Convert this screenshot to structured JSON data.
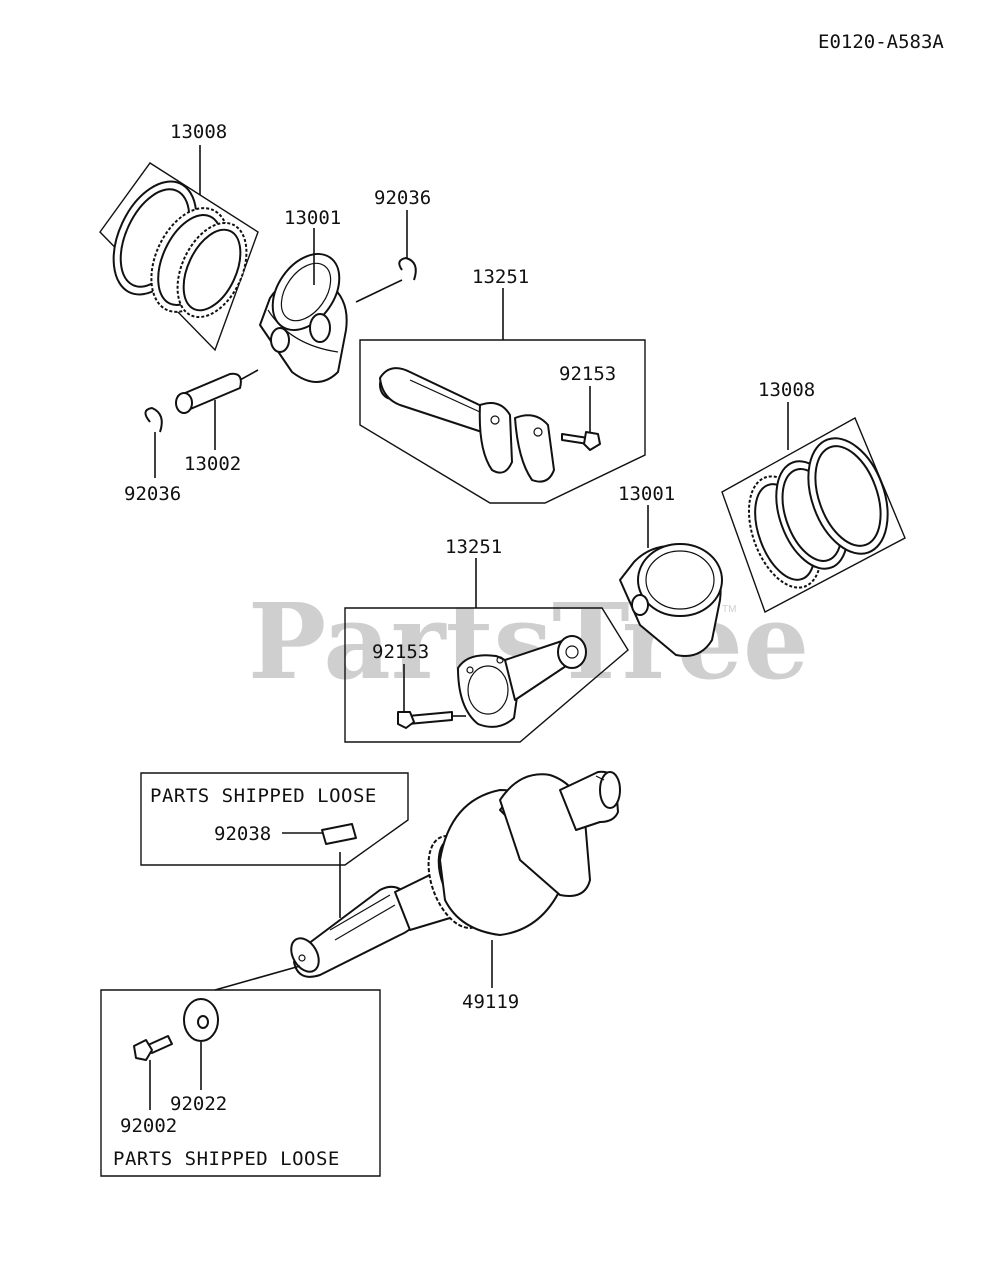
{
  "diagram_code": "E0120-A583A",
  "watermark": {
    "text": "PartsTree",
    "mark": "TM"
  },
  "labels": {
    "rings_top": "13008",
    "piston_top": "13001",
    "circlip_top": "92036",
    "conrod_top": "13251",
    "bolt_top": "92153",
    "circlip_bottom": "92036",
    "pin": "13002",
    "rings_right": "13008",
    "piston_right": "13001",
    "conrod_bottom": "13251",
    "bolt_bottom": "92153",
    "key": "92038",
    "crankshaft": "49119",
    "washer": "92022",
    "crank_bolt": "92002"
  },
  "notes": {
    "loose_top": "PARTS SHIPPED LOOSE",
    "loose_bottom": "PARTS SHIPPED LOOSE"
  }
}
